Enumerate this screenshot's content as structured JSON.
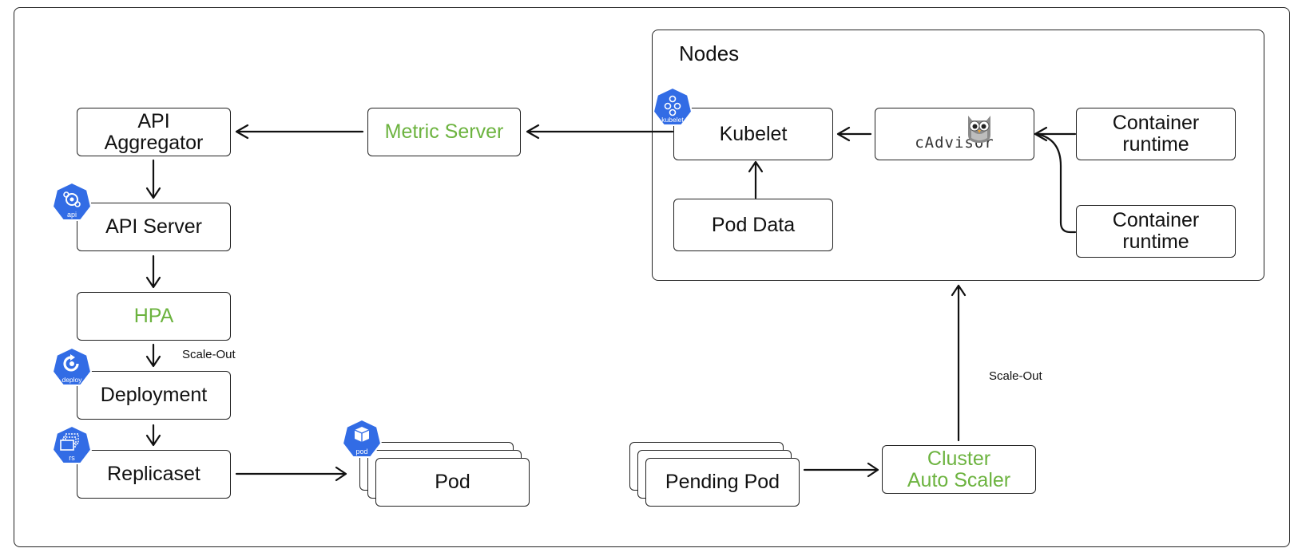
{
  "nodes_title": "Nodes",
  "boxes": {
    "api_aggregator": "API\nAggregator",
    "metric_server": "Metric Server",
    "kubelet": "Kubelet",
    "cadvisor": "cAdvisor",
    "container_runtime_1": "Container\nruntime",
    "container_runtime_2": "Container\nruntime",
    "pod_data": "Pod Data",
    "api_server": "API Server",
    "hpa": "HPA",
    "deployment": "Deployment",
    "replicaset": "Replicaset",
    "pod": "Pod",
    "pending_pod": "Pending Pod",
    "cluster_auto_scaler": "Cluster\nAuto Scaler"
  },
  "labels": {
    "scale_out_hpa": "Scale-Out",
    "scale_out_cluster": "Scale-Out"
  },
  "badges": {
    "kubelet": "kubelet",
    "api": "api",
    "deploy": "deploy",
    "rs": "rs",
    "pod": "pod"
  },
  "colors": {
    "accent_green": "#6cb33f",
    "k8s_blue": "#326ce5",
    "stroke": "#222222"
  }
}
